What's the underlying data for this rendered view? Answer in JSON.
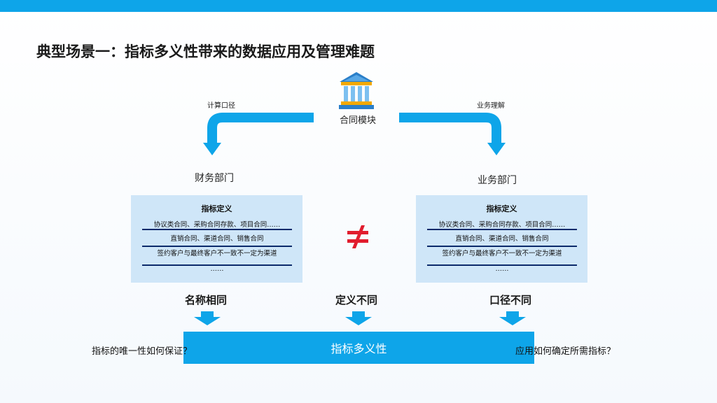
{
  "title": "典型场景一：指标多义性带来的数据应用及管理难题",
  "module": {
    "label": "合同模块",
    "icon": "bank-building-icon"
  },
  "arrows": {
    "left_label": "计算口径",
    "right_label": "业务理解"
  },
  "departments": {
    "left": "财务部门",
    "right": "业务部门"
  },
  "panels": {
    "left": {
      "title": "指标定义",
      "rows": [
        "协议类合同、采购合同存款、项目合同……",
        "直销合同、渠道合同、销售合同",
        "签约客户与最终客户不一致不一定为渠道",
        "……"
      ]
    },
    "right": {
      "title": "指标定义",
      "rows": [
        "协议类合同、采购合同存款、项目合同……",
        "直销合同、渠道合同、销售合同",
        "签约客户与最终客户不一致不一定为渠道",
        "……"
      ]
    }
  },
  "not_equal_symbol": "≠",
  "labels": {
    "same_name": "名称相同",
    "diff_definition": "定义不同",
    "diff_caliber": "口径不同"
  },
  "bottom_bar": "指标多义性",
  "questions": {
    "left": "指标的唯一性如何保证？",
    "right": "应用如何确定所需指标？"
  },
  "colors": {
    "accent": "#0ea5e9",
    "panel": "#cfe6f8",
    "not_equal": "#e11d2e",
    "underline": "#0b2a6b"
  }
}
